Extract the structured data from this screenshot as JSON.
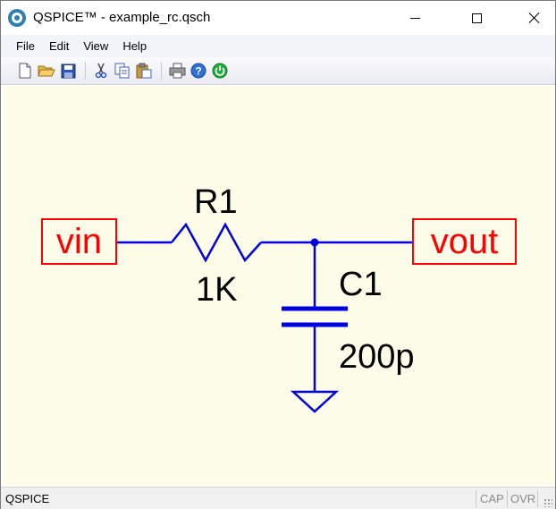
{
  "window": {
    "title": "QSPICE™ - example_rc.qsch",
    "app_icon": "qspice-logo-icon",
    "controls": [
      "minimize-icon",
      "maximize-icon",
      "close-icon"
    ]
  },
  "menu": {
    "items": [
      "File",
      "Edit",
      "View",
      "Help"
    ]
  },
  "toolbar": {
    "buttons": [
      "new-file-icon",
      "open-folder-icon",
      "save-icon",
      "cut-icon",
      "copy-icon",
      "paste-icon",
      "print-icon",
      "help-icon",
      "run-simulation-icon"
    ]
  },
  "schematic": {
    "net_labels": {
      "input": "vin",
      "output": "vout"
    },
    "resistor": {
      "ref": "R1",
      "value": "1K"
    },
    "capacitor": {
      "ref": "C1",
      "value": "200p"
    },
    "colors": {
      "wire": "#0000e0",
      "label": "#ff0000",
      "background": "#fdfce8",
      "text": "#000000"
    }
  },
  "status": {
    "text": "QSPICE",
    "indicators": {
      "cap": "CAP",
      "ovr": "OVR"
    }
  }
}
